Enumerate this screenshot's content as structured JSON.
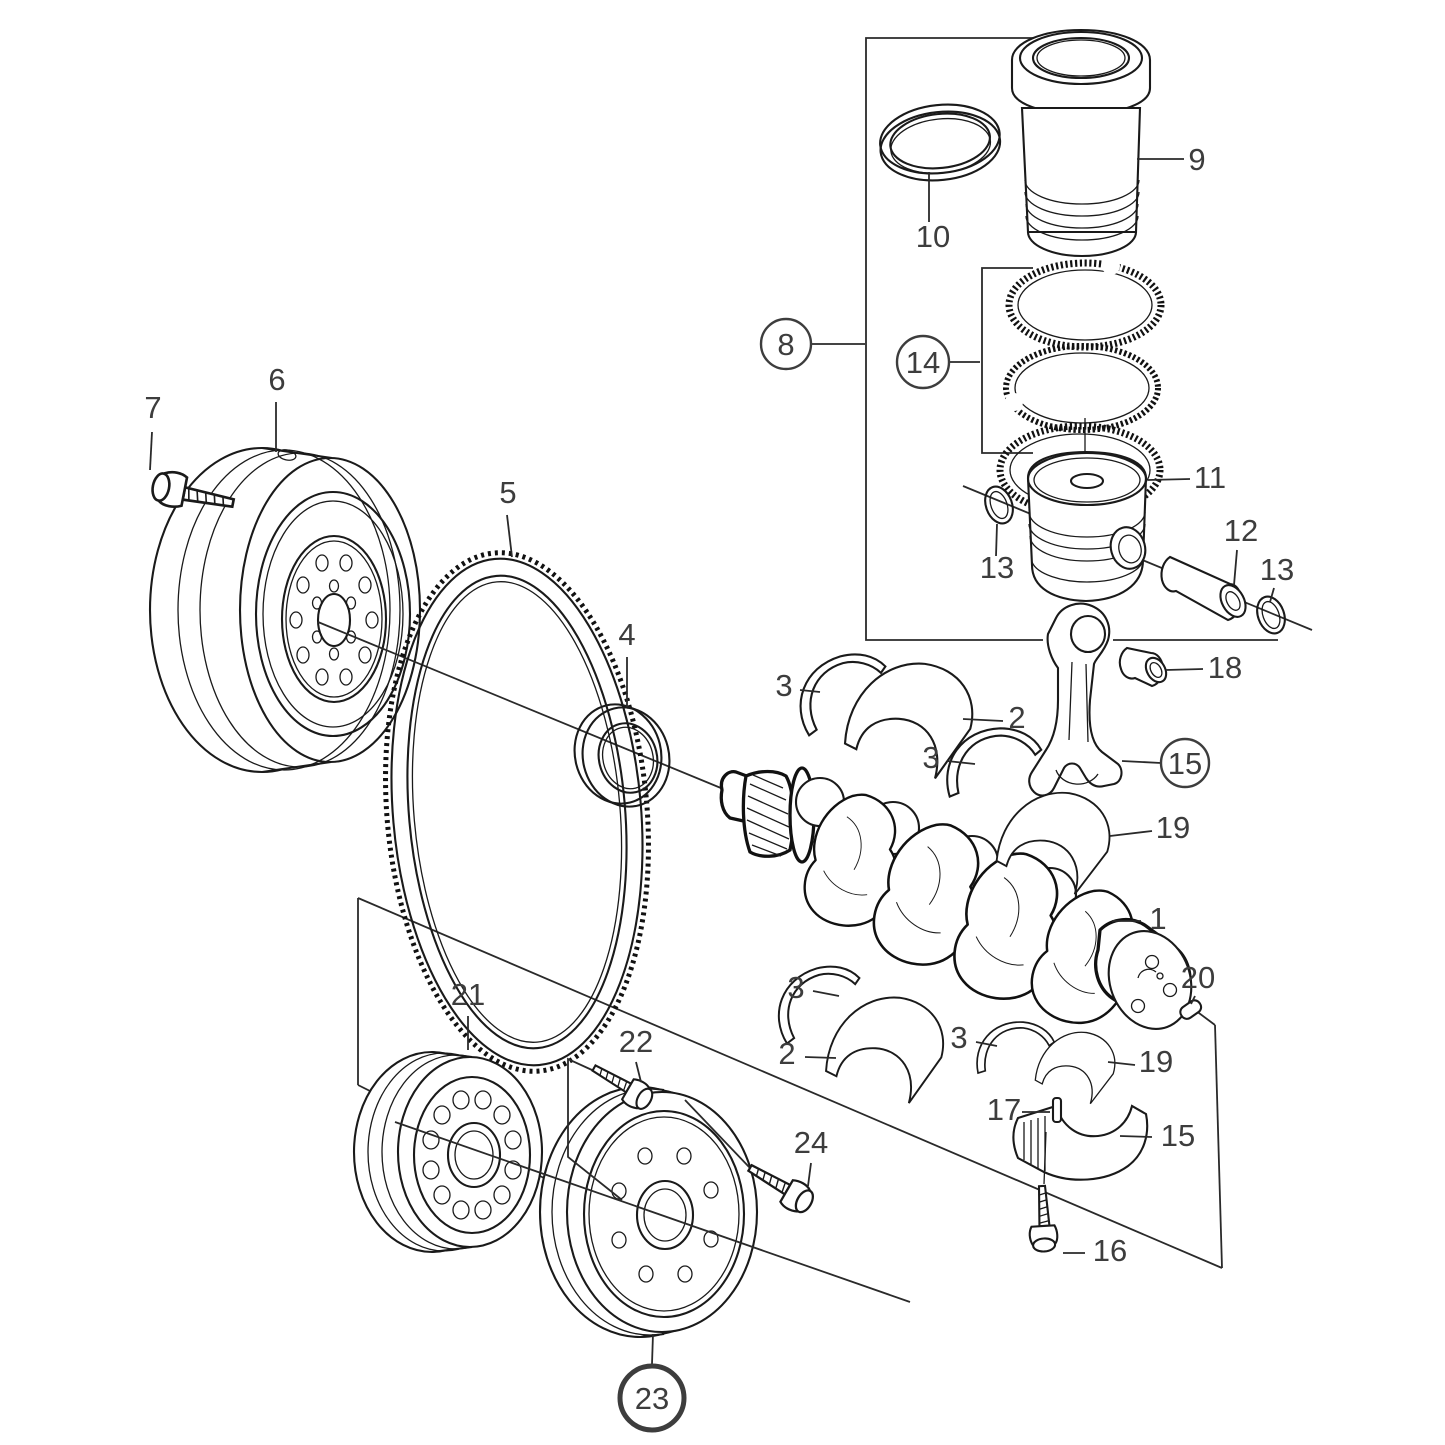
{
  "diagram": {
    "type": "exploded-parts-diagram",
    "subject": "engine crankshaft, piston and pulley assembly",
    "background_color": "#ffffff",
    "line_color": "#1a1a1a",
    "label_color": "#3d3d3d",
    "highlight_color": "#2e7d32",
    "highlighted_part": "23",
    "parts": {
      "p1": "1",
      "p2a": "2",
      "p2b": "2",
      "p3a": "3",
      "p3b": "3",
      "p3c": "3",
      "p3d": "3",
      "p4": "4",
      "p5": "5",
      "p6": "6",
      "p7": "7",
      "p8": "8",
      "p9": "9",
      "p10": "10",
      "p11": "11",
      "p12": "12",
      "p13a": "13",
      "p13b": "13",
      "p14": "14",
      "p15a": "15",
      "p15b": "15",
      "p16": "16",
      "p17": "17",
      "p18": "18",
      "p19a": "19",
      "p19b": "19",
      "p20": "20",
      "p21": "21",
      "p22": "22",
      "p23": "23",
      "p24": "24"
    }
  }
}
